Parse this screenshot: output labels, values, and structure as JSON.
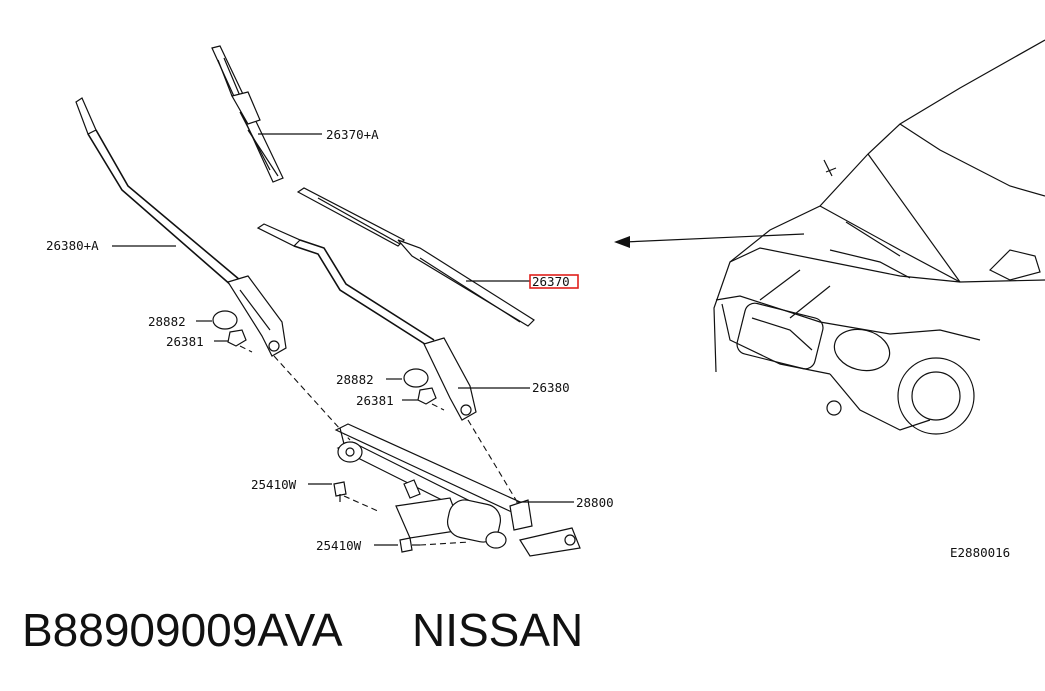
{
  "diagram": {
    "callouts": {
      "blade_a": "26370+A",
      "arm_a": "26380+A",
      "blade_highlighted": "26370",
      "cap_1": "28882",
      "nut_1": "26381",
      "cap_2": "28882",
      "nut_2": "26381",
      "arm": "26380",
      "bolt_1": "25410W",
      "linkage": "28800",
      "bolt_2": "25410W"
    },
    "figure_code": "E2880016",
    "part_number": "B88909009AVA",
    "brand": "NISSAN",
    "highlight_color": "#e0201c"
  }
}
